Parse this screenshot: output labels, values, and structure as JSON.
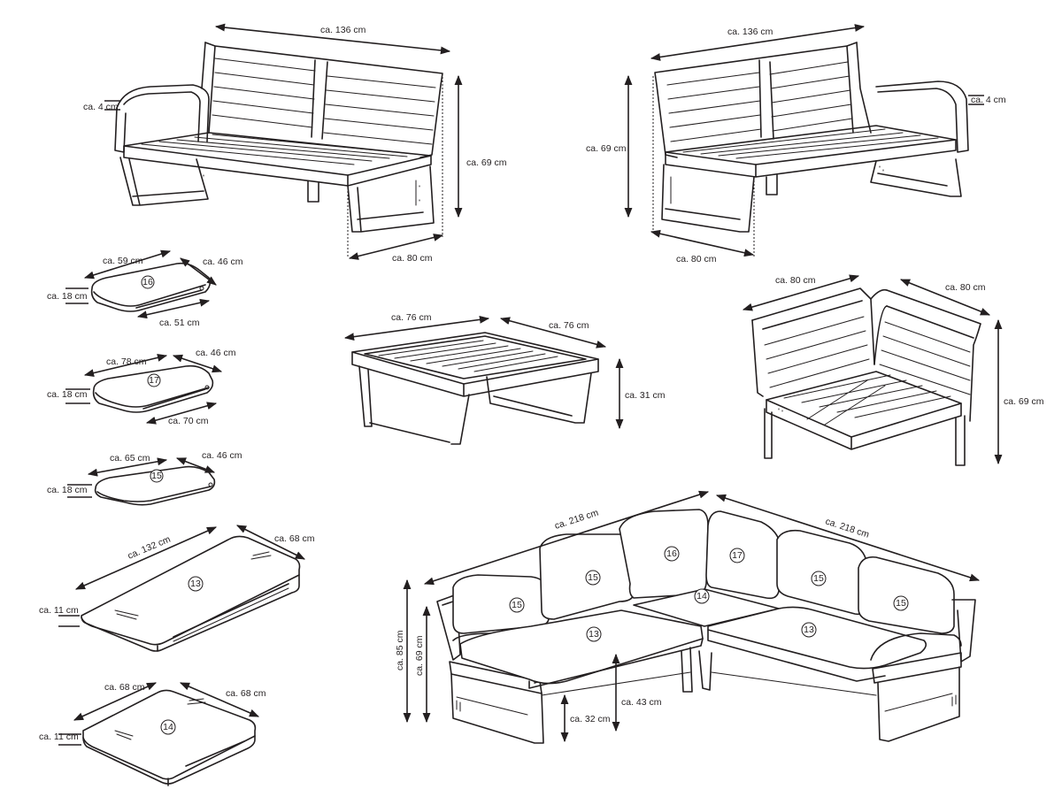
{
  "sofa_left": {
    "width": "ca. 136 cm",
    "armrest": "ca. 4 cm",
    "height": "ca. 69 cm",
    "depth": "ca. 80 cm"
  },
  "sofa_right": {
    "width": "ca. 136 cm",
    "armrest": "ca. 4 cm",
    "height": "ca. 69 cm",
    "depth": "ca. 80 cm"
  },
  "cushion_16": {
    "number": "16",
    "top": "ca. 59 cm",
    "depth": "ca. 46 cm",
    "bottom": "ca. 51 cm",
    "height": "ca. 18 cm"
  },
  "cushion_17": {
    "number": "17",
    "top": "ca. 78 cm",
    "depth": "ca. 46 cm",
    "bottom": "ca. 70 cm",
    "height": "ca. 18 cm"
  },
  "cushion_15": {
    "number": "15",
    "top": "ca. 65 cm",
    "depth": "ca. 46 cm",
    "height": "ca. 18 cm"
  },
  "cushion_13": {
    "number": "13",
    "length": "ca. 132 cm",
    "depth": "ca. 68 cm",
    "height": "ca. 11 cm"
  },
  "cushion_14": {
    "number": "14",
    "length": "ca. 68 cm",
    "depth": "ca. 68 cm",
    "height": "ca. 11 cm"
  },
  "table": {
    "width": "ca. 76 cm",
    "depth": "ca. 76 cm",
    "height": "ca. 31 cm"
  },
  "corner": {
    "left": "ca. 80 cm",
    "right": "ca. 80 cm",
    "height": "ca. 69 cm"
  },
  "set": {
    "width_left": "ca. 218 cm",
    "width_right": "ca. 218 cm",
    "total_height": "ca. 85 cm",
    "back_height": "ca. 69 cm",
    "seat_height": "ca. 43 cm",
    "frame_height": "ca. 32 cm",
    "c15": "15",
    "c16": "16",
    "c17": "17",
    "c14": "14",
    "c13": "13"
  }
}
